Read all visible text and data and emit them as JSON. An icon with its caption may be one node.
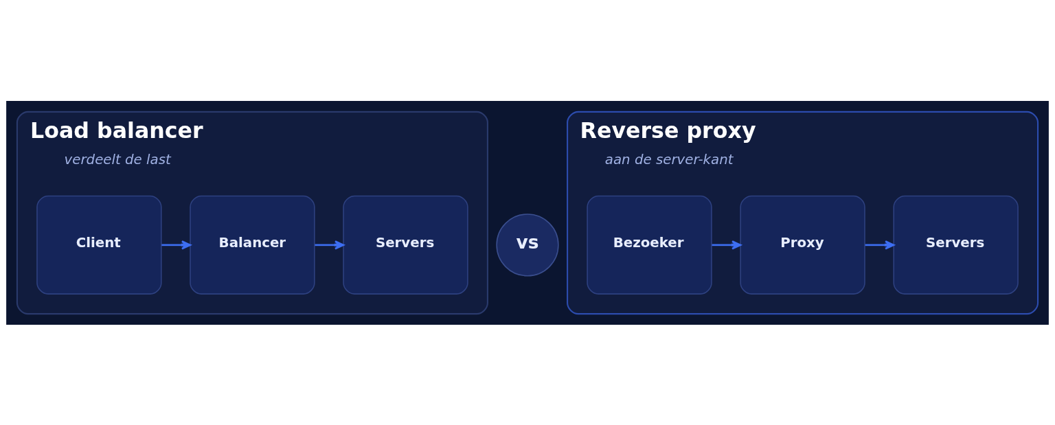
{
  "diagram": {
    "nodes": [
      {
        "text": [
          "Load balancer",
          "verdeelt de last"
        ]
      },
      {
        "text": [
          "Client"
        ],
        "in": 0
      },
      {
        "text": [
          "Balancer"
        ],
        "in": 0
      },
      {
        "text": [
          "Servers"
        ],
        "in": 0
      },
      {
        "text": [
          "vs"
        ]
      },
      {
        "text": [
          "Reverse proxy",
          "aan de server-kant"
        ]
      },
      {
        "text": [
          "Bezoeker"
        ],
        "in": 5
      },
      {
        "text": [
          "Proxy"
        ],
        "in": 5
      },
      {
        "text": [
          "Servers"
        ],
        "in": 5
      }
    ],
    "edges": [
      {
        "from": 1,
        "to": 2,
        "arrow": "to"
      },
      {
        "from": 2,
        "to": 3,
        "arrow": "to"
      },
      {
        "from": 6,
        "to": 7,
        "arrow": "to"
      },
      {
        "from": 7,
        "to": 8,
        "arrow": "to"
      }
    ]
  }
}
